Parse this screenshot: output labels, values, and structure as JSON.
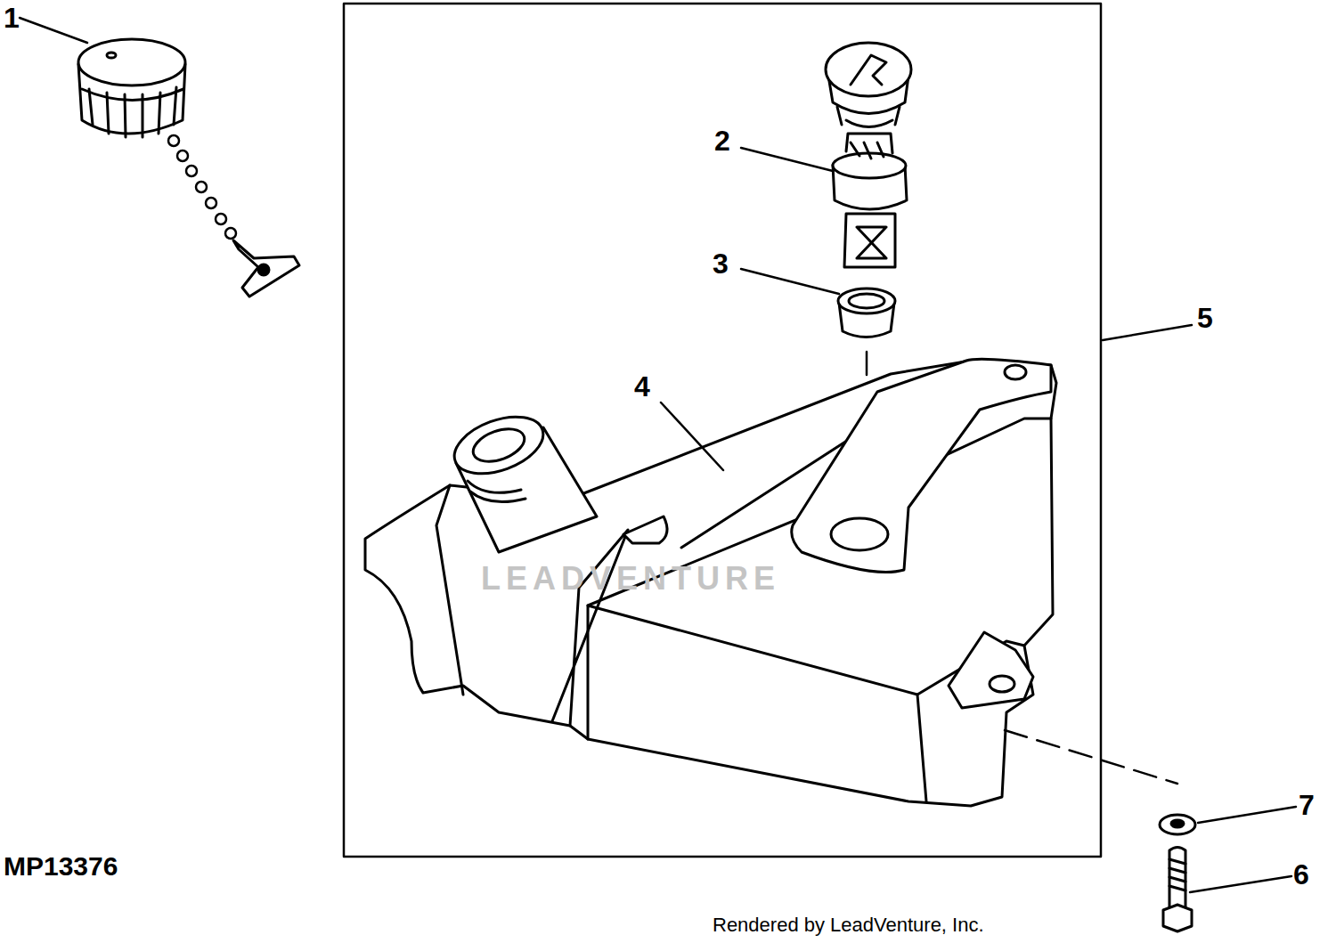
{
  "diagram": {
    "labels": [
      "1",
      "2",
      "3",
      "4",
      "5",
      "6",
      "7",
      "MP13376",
      "Rendered by LeadVenture, Inc.",
      "LEADVENTURE"
    ]
  }
}
